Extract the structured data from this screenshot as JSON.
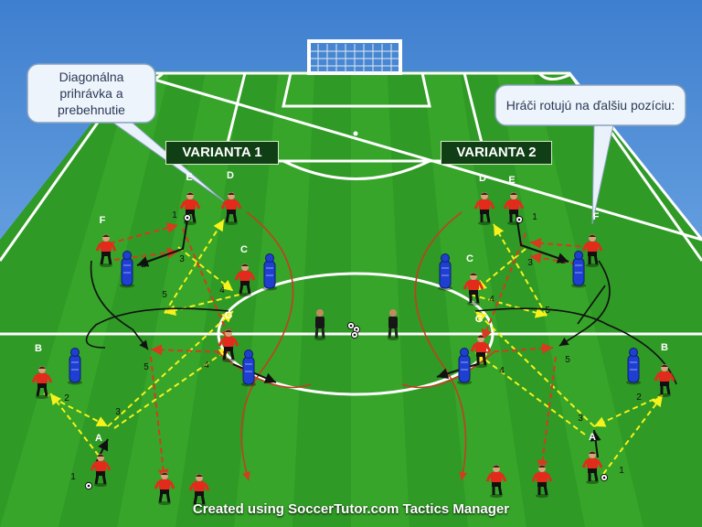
{
  "labels": {
    "variant_1": "VARIANTA 1",
    "variant_2": "VARIANTA 2",
    "callout_left": [
      "Diagonálna",
      "prihrávka a",
      "prebehnutie"
    ],
    "callout_right": "Hráči rotujú na ďalšiu pozíciu:",
    "footer": "Created using SoccerTutor.com Tactics Manager"
  },
  "positions": {
    "left": [
      "A",
      "B",
      "C",
      "D",
      "E",
      "F",
      "G"
    ],
    "right": [
      "A",
      "B",
      "C",
      "D",
      "E",
      "F",
      "G"
    ]
  },
  "sequence_numbers": {
    "left": [
      "1",
      "2",
      "3",
      "4",
      "5",
      "1",
      "2",
      "3",
      "4",
      "5"
    ],
    "right": [
      "1",
      "2",
      "3",
      "4",
      "5",
      "1",
      "2",
      "3",
      "4",
      "5"
    ]
  },
  "colors": {
    "sky": "#5a93d6",
    "pitch_light": "#3cae2e",
    "pitch_dark": "#2a8f22",
    "lines": "#ffffff",
    "player_shirt": "#e32b1c",
    "mannequin": "#1f3fd1",
    "pass_arrow": "#f7f21b",
    "run_arrow": "#d63a1f",
    "dribble_arrow": "#111111"
  }
}
